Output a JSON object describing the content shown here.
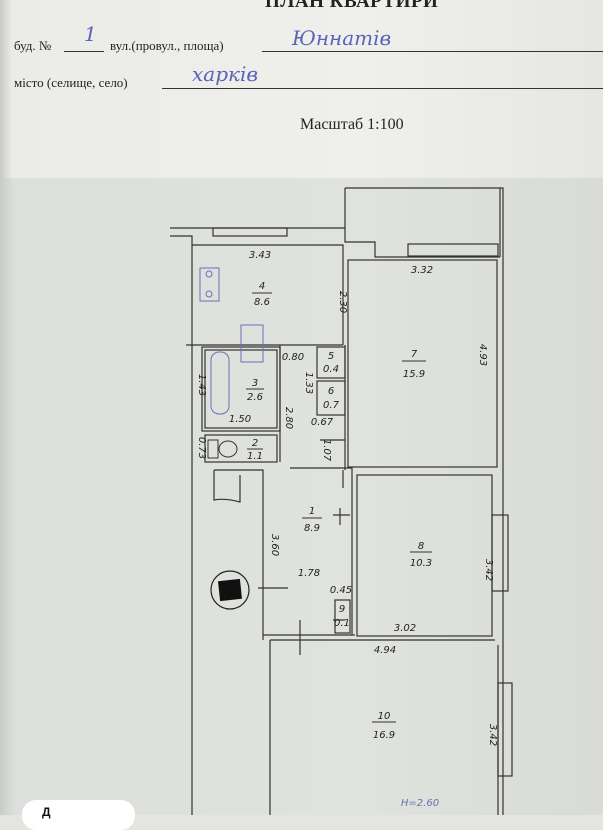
{
  "header": {
    "title": "ПЛАН КВАРТИРИ",
    "building_label": "буд. №",
    "building_value": "1",
    "street_label": "вул.(провул., площа)",
    "street_value": "Юннатів",
    "city_label": "місто (селище, село)",
    "city_value": "харків",
    "scale": "Масштаб 1:100"
  },
  "plan": {
    "rooms": [
      {
        "id": "4",
        "area": "8.6"
      },
      {
        "id": "7",
        "area": "15.9"
      },
      {
        "id": "3",
        "area": "2.6"
      },
      {
        "id": "2",
        "area": "1.1"
      },
      {
        "id": "5",
        "area": "0.4"
      },
      {
        "id": "6",
        "area": "0.7"
      },
      {
        "id": "1",
        "area": "8.9"
      },
      {
        "id": "8",
        "area": "10.3"
      },
      {
        "id": "9",
        "area": "0.1"
      },
      {
        "id": "10",
        "area": "16.9"
      }
    ],
    "dimensions": {
      "kitchen_width": "3.43",
      "kitchen_depth": "2.30",
      "room7_width": "3.32",
      "room7_depth": "4.93",
      "bath_depth": "1.43",
      "bath_width": "1.50",
      "toilet_depth": "0.73",
      "closet_gap": "0.80",
      "closet_depth": "1.33",
      "corridor_width": "0.67",
      "corridor_len": "1.07",
      "corridor_side": "2.80",
      "hall_len": "3.60",
      "hall_width": "1.78",
      "closet9_width": "0.45",
      "room8_depth": "3.42",
      "room8_width": "3.02",
      "room10_width": "4.94",
      "room10_depth": "3.42"
    },
    "ceiling_height": "H=2.60"
  },
  "overlay": {
    "label": "Д"
  }
}
